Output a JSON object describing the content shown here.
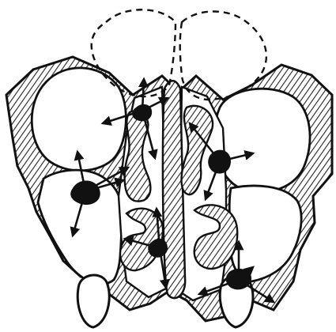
{
  "diagram": {
    "colors": {
      "background": "#ffffff",
      "ink": "#111111",
      "hatch": "#222222",
      "lesion": "#111111"
    },
    "elements": [
      {
        "id": "left-brain-lobe-outline",
        "icon": "dashed-outline"
      },
      {
        "id": "right-brain-lobe-outline",
        "icon": "dashed-outline"
      },
      {
        "id": "left-orbit",
        "icon": "round-cavity"
      },
      {
        "id": "right-orbit",
        "icon": "round-cavity"
      },
      {
        "id": "left-maxillary-sinus",
        "icon": "cavity"
      },
      {
        "id": "right-maxillary-sinus",
        "icon": "cavity"
      },
      {
        "id": "nasal-septum",
        "icon": "vertical-bone"
      },
      {
        "id": "left-turbinates",
        "icon": "scroll-bone"
      },
      {
        "id": "right-turbinates",
        "icon": "scroll-bone"
      },
      {
        "id": "left-tooth",
        "icon": "tooth"
      },
      {
        "id": "right-tooth",
        "icon": "tooth"
      },
      {
        "id": "lesion-spots",
        "icon": "black-blot-with-arrows"
      }
    ]
  }
}
